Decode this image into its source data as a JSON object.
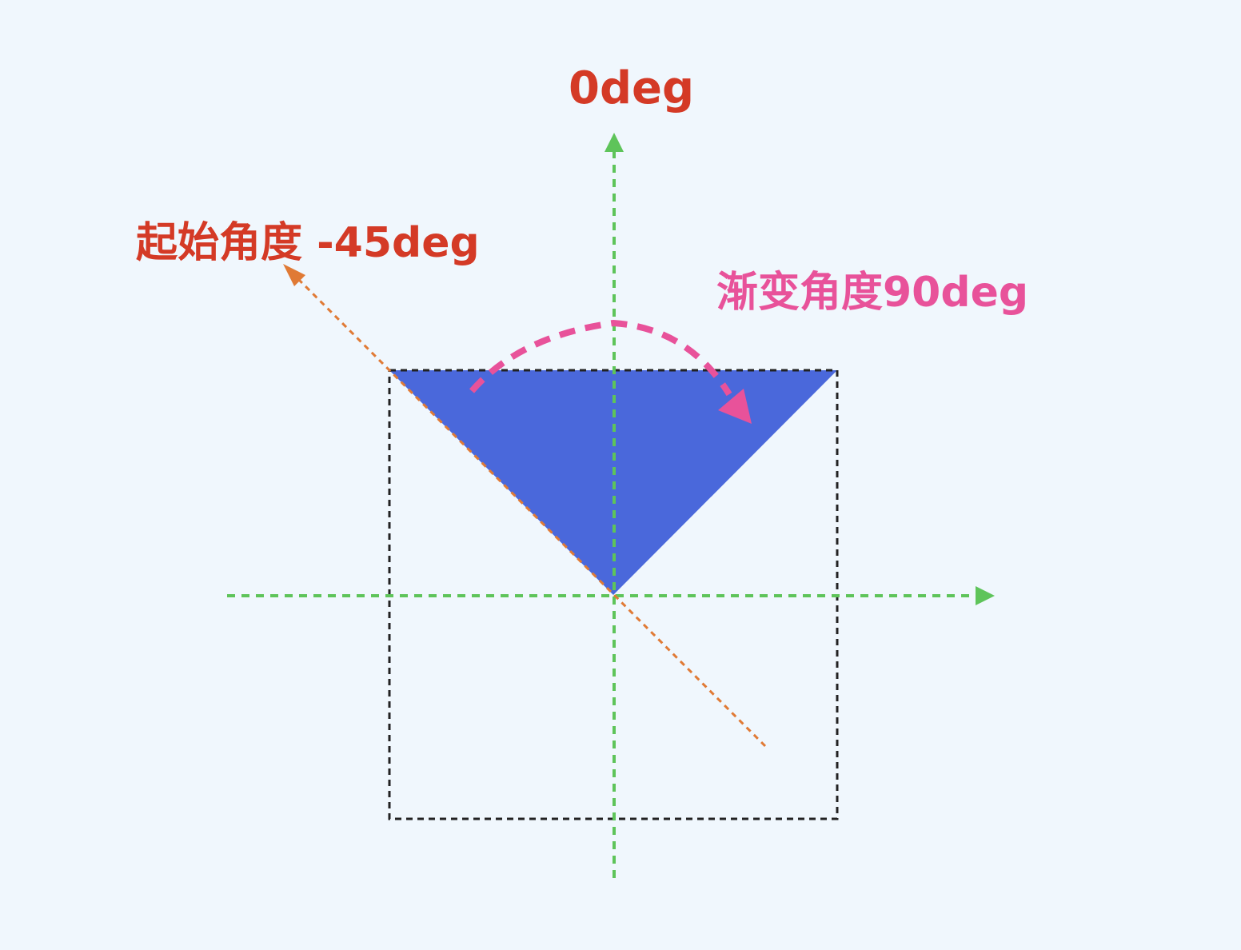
{
  "labels": {
    "zero_angle": "0deg",
    "start_angle": "起始角度 -45deg",
    "sweep_angle": "渐变角度90deg"
  },
  "colors": {
    "background": "#f0f7fd",
    "axis": "#5ec45a",
    "box": "#222222",
    "fill": "#4a68db",
    "start_line": "#e07a35",
    "sweep_arc": "#e8529a",
    "zero_label": "#d43a26",
    "start_label": "#d43a26",
    "sweep_label": "#e8529a"
  },
  "diagram": {
    "start_angle_deg": -45,
    "sweep_angle_deg": 90
  }
}
